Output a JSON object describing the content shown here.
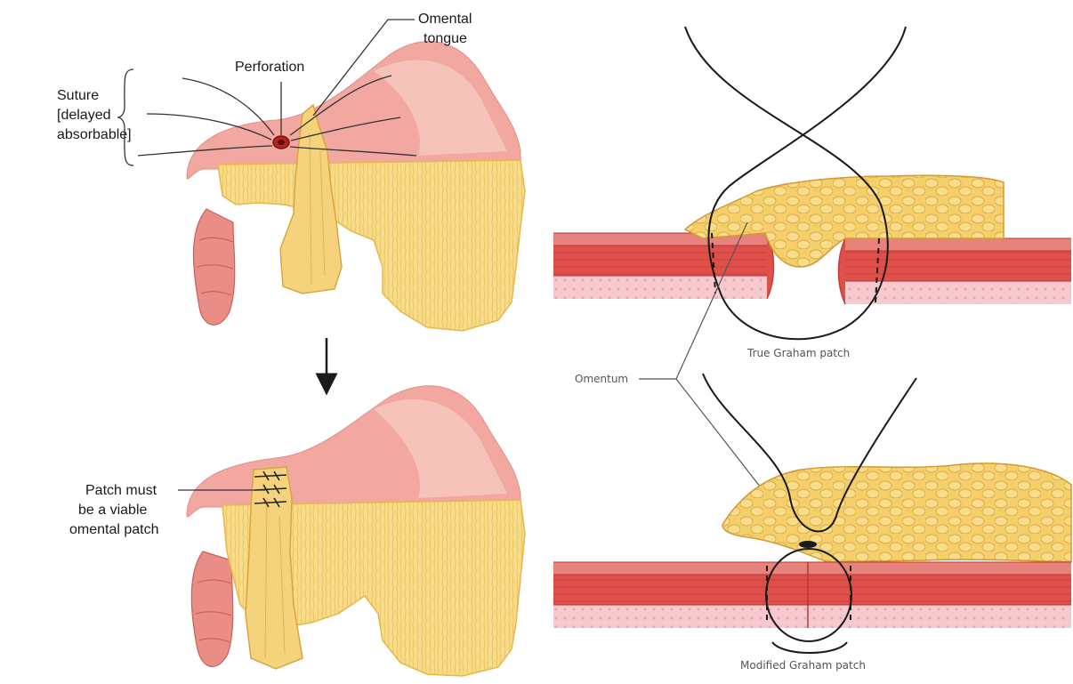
{
  "labels": {
    "suture": [
      "Suture",
      "[delayed",
      "absorbable]"
    ],
    "perforation": "Perforation",
    "omental_tongue": [
      "Omental",
      "tongue"
    ],
    "patch": [
      "Patch must",
      "be a viable",
      "omental patch"
    ],
    "omentum": "Omentum",
    "true_graham": "True Graham patch",
    "modified_graham": "Modified Graham patch"
  },
  "colors": {
    "stomach": "#f2a7a0",
    "stomach_light": "#f8cfc6",
    "fat": "#f7dc8a",
    "fat_dark": "#e5b84d",
    "muscle": "#e0504a",
    "muscle_dark": "#c73d38",
    "mucosa": "#f6c9cf",
    "colon": "#ea8d87"
  }
}
